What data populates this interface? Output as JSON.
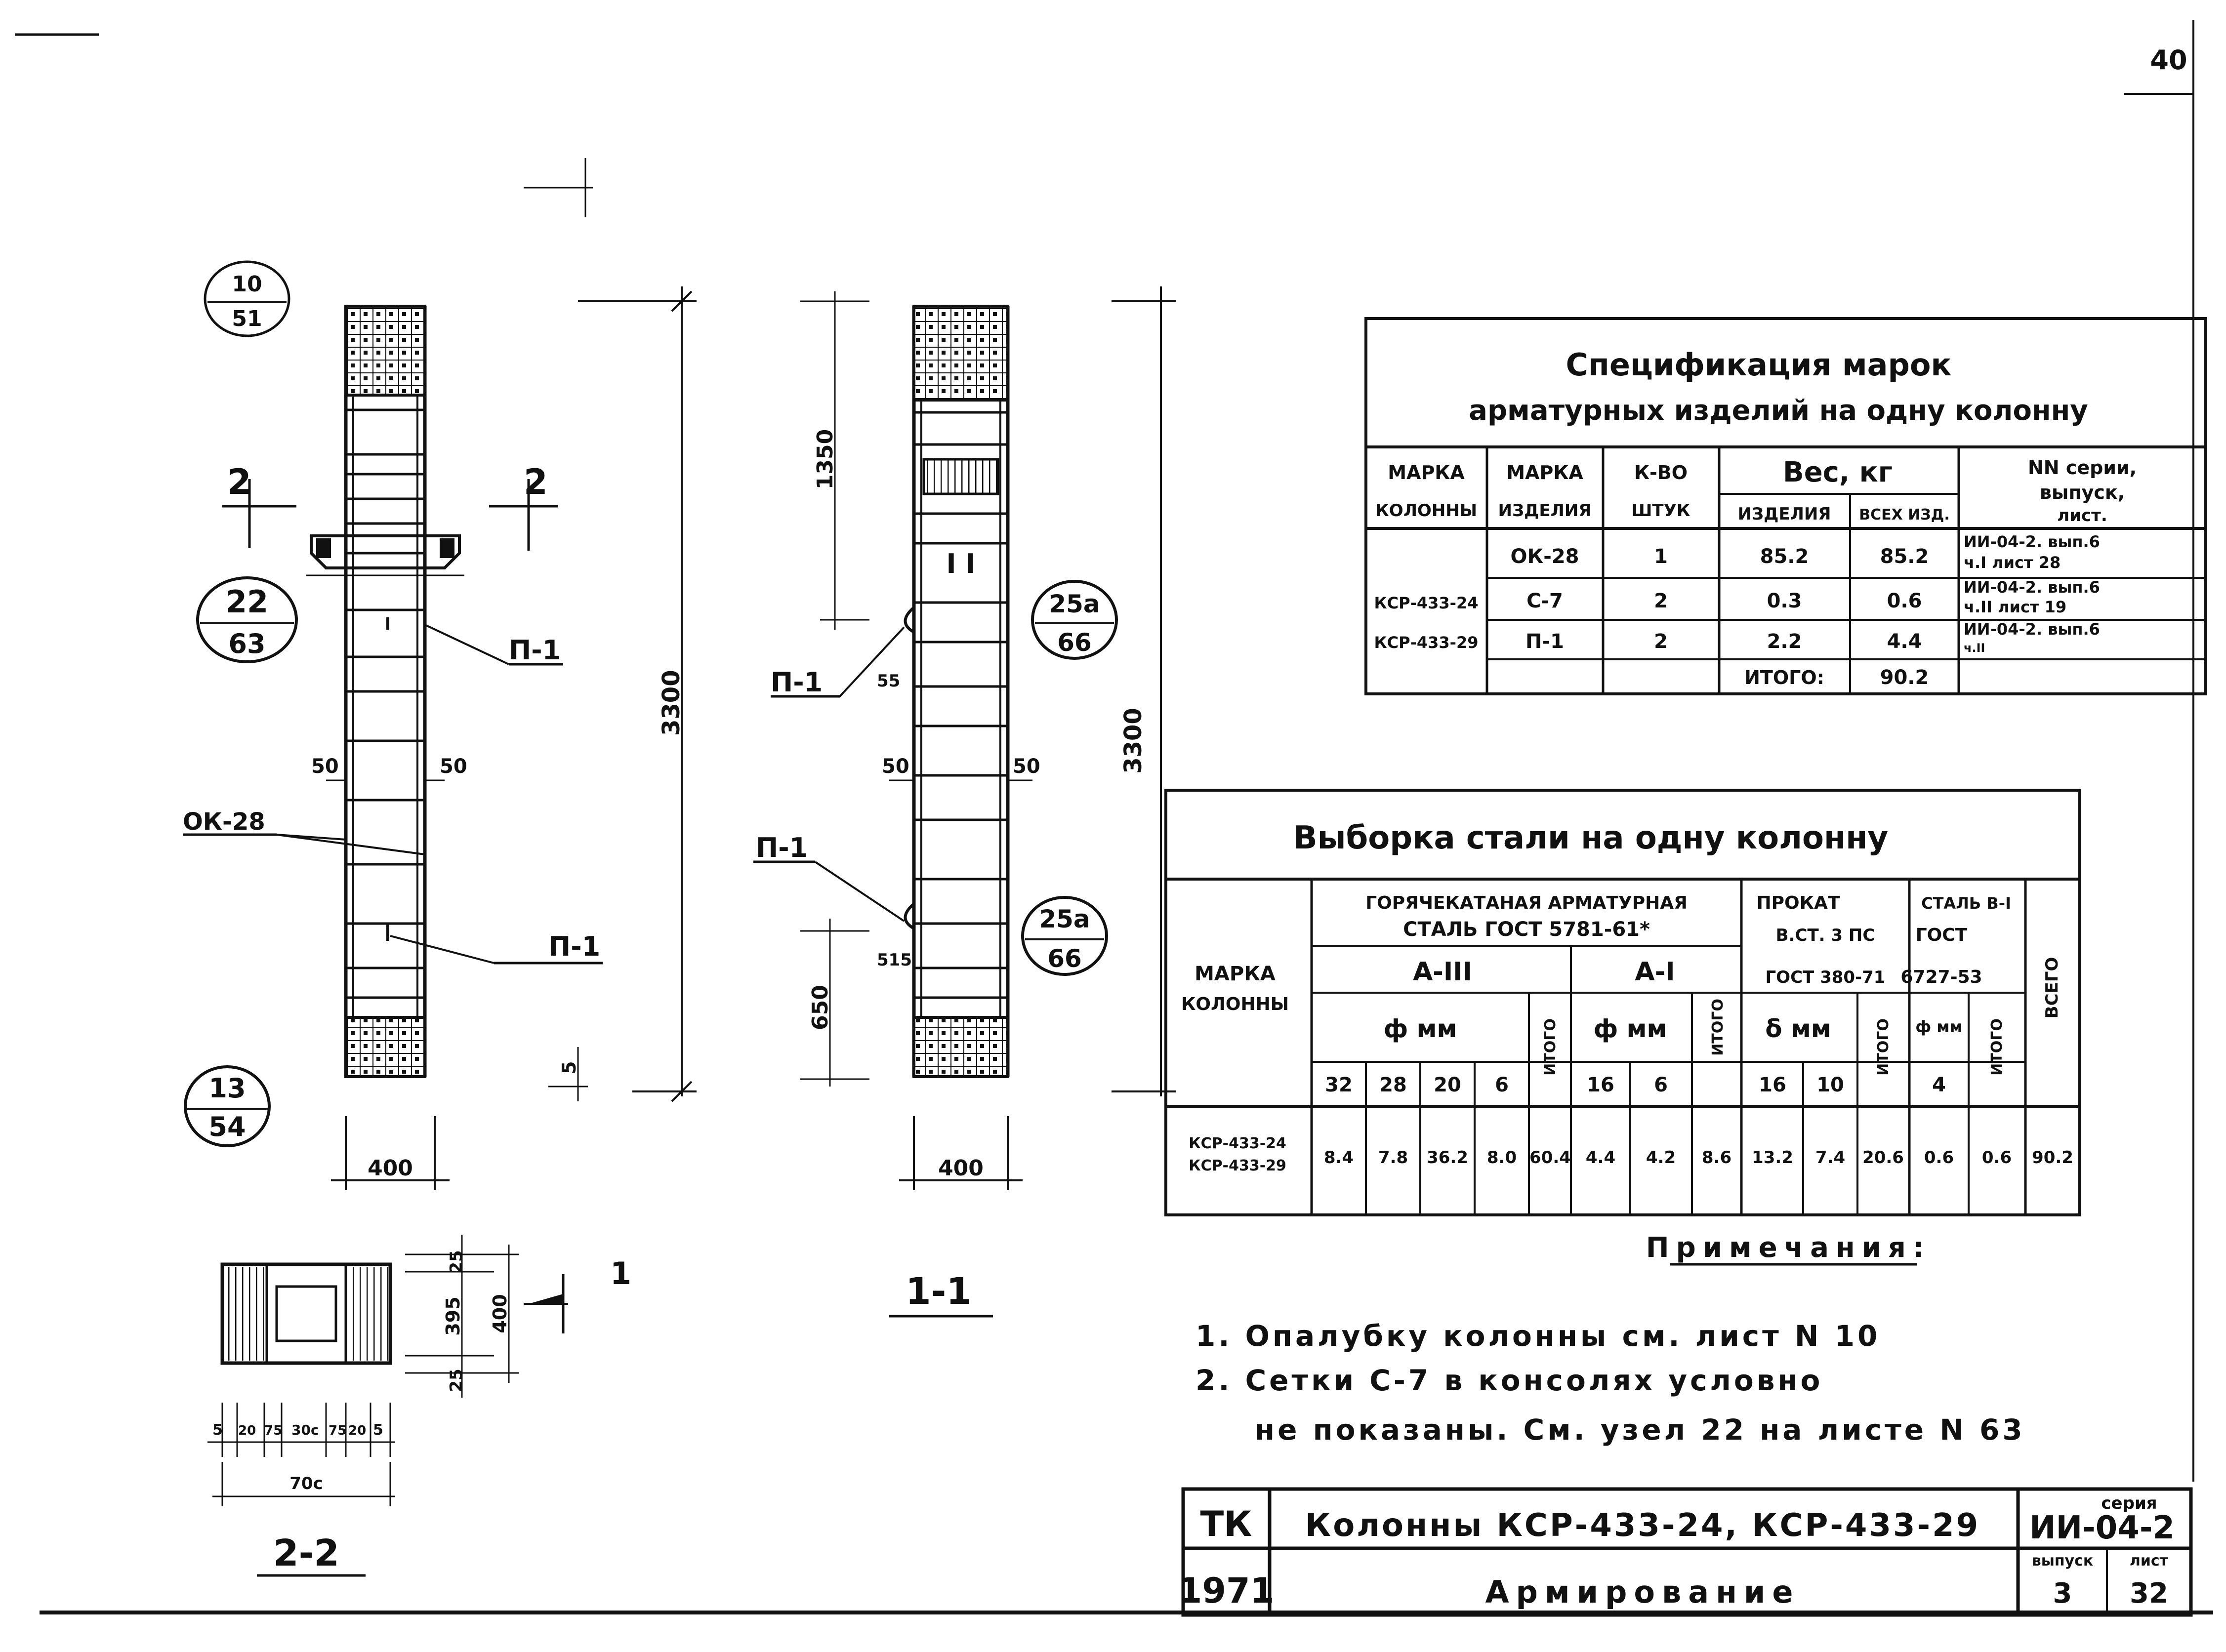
{
  "sheet": {
    "page_number": "40",
    "stamp": {
      "org": "ТК",
      "year": "1971",
      "title": "Колонны КСР-433-24, КСР-433-29",
      "subtitle": "Армирование",
      "series_label": "серия",
      "series": "ИИ-04-2",
      "issue_label": "выпуск",
      "issue": "3",
      "sheet_label": "лист",
      "sheet": "32"
    }
  },
  "left_view": {
    "callouts": {
      "top": {
        "num": "10",
        "den": "51"
      },
      "mid": {
        "num": "22",
        "den": "63"
      },
      "bottom": {
        "num": "13",
        "den": "54"
      }
    },
    "section_marks": {
      "left": "2",
      "right": "2"
    },
    "labels": {
      "p1_top": "П-1",
      "ok28": "ОК-28",
      "p1_bottom": "П-1"
    },
    "dims": {
      "height": "3300",
      "width": "400",
      "left_50": "50",
      "right_50": "50",
      "five": "5"
    }
  },
  "section_1_1": {
    "title": "1-1",
    "callouts": {
      "upper": {
        "num": "25а",
        "den": "66"
      },
      "lower": {
        "num": "25а",
        "den": "66"
      }
    },
    "labels": {
      "p1_upper": "П-1",
      "p1_lower": "П-1",
      "roman": "I I"
    },
    "dims": {
      "d1350": "1350",
      "d650": "650",
      "d3300": "3300",
      "width": "400",
      "d55": "55",
      "d515": "515",
      "left_50": "50",
      "right_50": "50"
    }
  },
  "section_2_2": {
    "title": "2-2",
    "mark_1": "1",
    "dims": {
      "d25_top": "25",
      "d395": "395",
      "d400": "400",
      "d25_bottom": "25",
      "bottom": [
        "5",
        "20",
        "75",
        "30с",
        "75",
        "20",
        "5"
      ],
      "total": "70с"
    }
  },
  "spec_table": {
    "title_line1": "Спецификация марок",
    "title_line2": "арматурных изделий на одну колонну",
    "headers": {
      "col_mark": [
        "МАРКА",
        "КОЛОННЫ"
      ],
      "item_mark": [
        "МАРКА",
        "ИЗДЕЛИЯ"
      ],
      "qty": [
        "К-ВО",
        "ШТУК"
      ],
      "weight": "Вес, кг",
      "weight_item": "ИЗДЕЛИЯ",
      "weight_all": "ВСЕХ ИЗД.",
      "ref": [
        "NN серии,",
        "выпуск,",
        "лист."
      ]
    },
    "column_marks": [
      "КСР-433-24",
      "КСР-433-29"
    ],
    "rows": [
      {
        "item": "ОК-28",
        "qty": "1",
        "w_item": "85.2",
        "w_all": "85.2",
        "ref1": "ИИ-04-2. вып.6",
        "ref2": "ч.I лист 28"
      },
      {
        "item": "С-7",
        "qty": "2",
        "w_item": "0.3",
        "w_all": "0.6",
        "ref1": "ИИ-04-2. вып.6",
        "ref2": "ч.II лист 19"
      },
      {
        "item": "П-1",
        "qty": "2",
        "w_item": "2.2",
        "w_all": "4.4",
        "ref1": "ИИ-04-2. вып.6",
        "ref2": "ч.II"
      }
    ],
    "total_label": "ИТОГО:",
    "total_value": "90.2"
  },
  "steel_table": {
    "title": "Выборка стали на одну колонну",
    "headers": {
      "mark": [
        "МАРКА",
        "КОЛОННЫ"
      ],
      "hot_rolled": [
        "ГОРЯЧЕКАТАНАЯ АРМАТУРНАЯ",
        "СТАЛЬ ГОСТ 5781-61*"
      ],
      "a3": "А-III",
      "a1": "А-I",
      "phi_mm": "ф мм",
      "rolled": [
        "ПРОКАТ",
        "В.СТ. 3 ПС",
        "ГОСТ 380-71"
      ],
      "delta_mm": "δ мм",
      "steel1": [
        "СТАЛЬ В-I",
        "ГОСТ",
        "6727-53"
      ],
      "phi_mm2": "ф мм",
      "itogo": "ИТОГО",
      "total": "ВСЕГО"
    },
    "diams": [
      "32",
      "28",
      "20",
      "6",
      "16",
      "6",
      "16",
      "10",
      "4"
    ],
    "row_marks": [
      "КСР-433-24",
      "КСР-433-29"
    ],
    "values": [
      "8.4",
      "7.8",
      "36.2",
      "8.0",
      "60.4",
      "4.4",
      "4.2",
      "8.6",
      "13.2",
      "7.4",
      "20.6",
      "0.6",
      "0.6",
      "90.2"
    ]
  },
  "notes": {
    "title": "Примечания:",
    "items": [
      "1. Опалубку колонны см. лист N 10",
      "2. Сетки С-7 в консолях условно",
      "не показаны. См. узел 22 на листе N 63"
    ]
  }
}
